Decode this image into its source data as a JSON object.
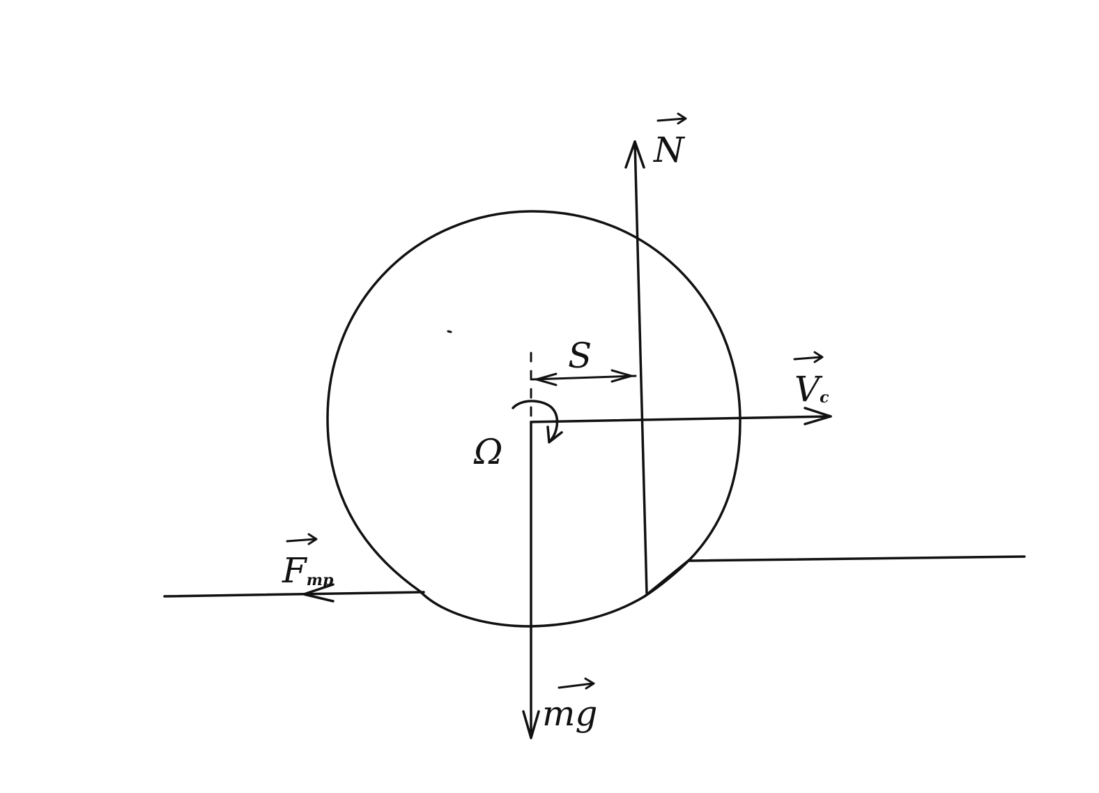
{
  "diagram": {
    "labels": {
      "normal_force": "N",
      "velocity": "V",
      "velocity_sub": "c",
      "friction": "F",
      "friction_sub": "тр",
      "weight": "mg",
      "offset": "S",
      "angular_velocity": "Ω"
    },
    "colors": {
      "ink": "#111111",
      "background": "#ffffff"
    }
  }
}
